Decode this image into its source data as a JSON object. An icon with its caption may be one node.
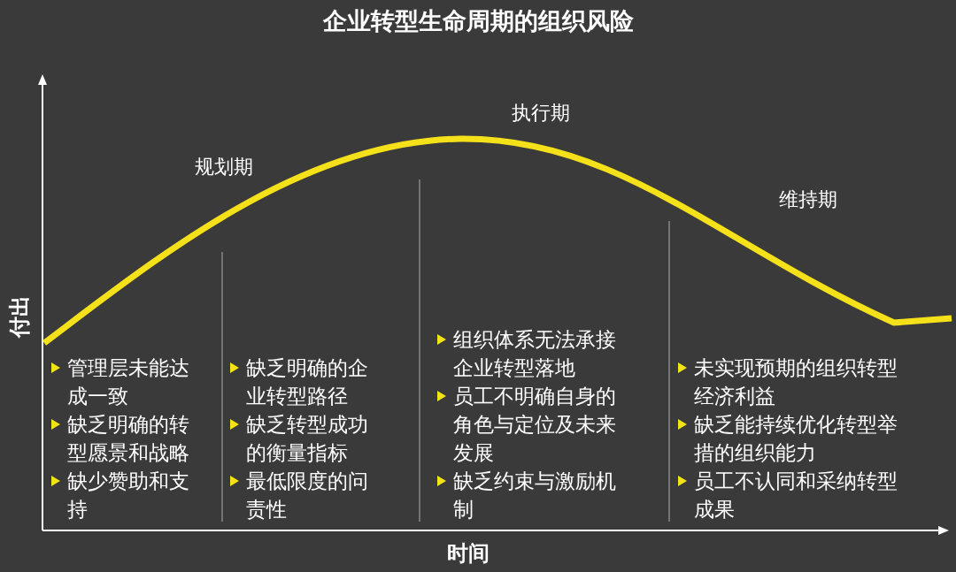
{
  "diagram": {
    "title": "企业转型生命周期的组织风险",
    "labels": [
      "规划期",
      "执行期",
      "维持期",
      "付出",
      "时间",
      "管理层未能达成一致",
      "缺乏明确的转型愿景和战略",
      "缺少赞助和支持",
      "缺乏明确的企业转型路径",
      "缺乏转型成功的衡量指标",
      "最低限度的问责性",
      "组织体系无法承接企业转型落地",
      "员工不明确自身的角色与定位及未来发展",
      "缺乏约束与激励机制",
      "未实现预期的组织转型经济利益",
      "缺乏能持续优化转型举措的组织能力",
      "员工不认同和采纳转型成果"
    ]
  }
}
